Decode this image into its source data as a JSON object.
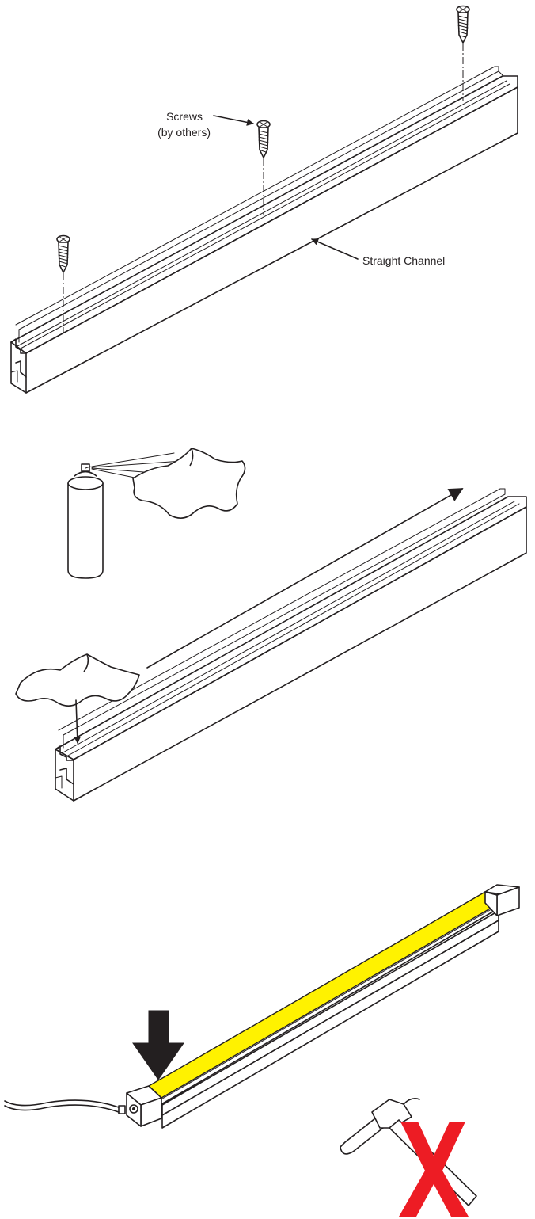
{
  "labels": {
    "screws_line1": "Screws",
    "screws_line2": "(by others)",
    "straight_channel": "Straight Channel"
  },
  "colors": {
    "line": "#231f20",
    "led_strip": "#fff200",
    "prohibition_mark": "#ed1c24",
    "background": "#ffffff"
  },
  "icons": [
    "screw-icon",
    "spray-can-icon",
    "cloth-icon",
    "hammer-icon",
    "prohibited-x-icon",
    "push-down-arrow-icon"
  ],
  "steps": [
    {
      "name": "mount-channel-with-screws"
    },
    {
      "name": "clean-channel"
    },
    {
      "name": "press-led-strip-into-channel"
    }
  ]
}
